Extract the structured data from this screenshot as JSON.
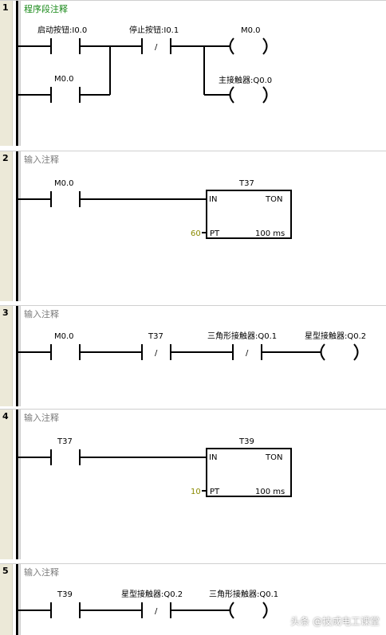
{
  "networks": [
    {
      "number": "1",
      "comment": "程序段注释",
      "elements": {
        "start_contact": "启动按钮:I0.0",
        "stop_contact": "停止按钮:I0.1",
        "m00_coil": "M0.0",
        "hold_contact": "M0.0",
        "main_coil": "主接触器:Q0.0"
      }
    },
    {
      "number": "2",
      "comment": "输入注释",
      "elements": {
        "m00_contact": "M0.0",
        "timer": "T37",
        "timer_in": "IN",
        "timer_type": "TON",
        "preset": "60",
        "pt": "PT",
        "base": "100 ms"
      }
    },
    {
      "number": "3",
      "comment": "输入注释",
      "elements": {
        "m00_contact": "M0.0",
        "t37_contact": "T37",
        "delta_contact": "三角形接触器:Q0.1",
        "star_coil": "星型接触器:Q0.2"
      }
    },
    {
      "number": "4",
      "comment": "输入注释",
      "elements": {
        "t37_contact": "T37",
        "timer": "T39",
        "timer_in": "IN",
        "timer_type": "TON",
        "preset": "10",
        "pt": "PT",
        "base": "100 ms"
      }
    },
    {
      "number": "5",
      "comment": "输入注释",
      "elements": {
        "t39_contact": "T39",
        "star_contact": "星型接触器:Q0.2",
        "delta_coil": "三角形接触器:Q0.1"
      }
    }
  ],
  "symbols": {
    "nc_mark": "/"
  },
  "watermark": "头条 @技成电工课堂",
  "colors": {
    "preset_color": "#8a8a00",
    "active_comment": "#1a8a1a"
  }
}
